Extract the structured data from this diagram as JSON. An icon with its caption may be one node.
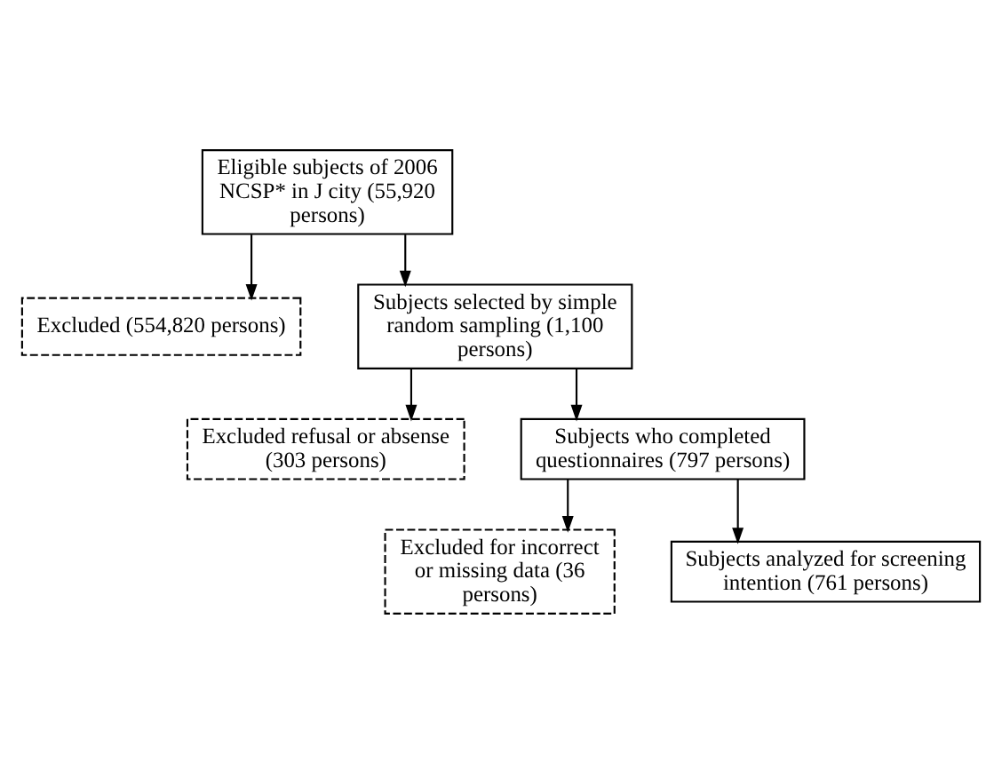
{
  "diagram": {
    "nodes": [
      {
        "text": [
          "Eligible subjects of 2006 NCSP* in J city (55,920 persons)"
        ]
      },
      {
        "text": [
          "Excluded (554,820 persons)"
        ]
      },
      {
        "text": [
          "Subjects selected by simple random sampling (1,100 persons)"
        ]
      },
      {
        "text": [
          "Excluded refusal or absense (303 persons)"
        ]
      },
      {
        "text": [
          "Subjects who completed questionnaires (797 persons)"
        ]
      },
      {
        "text": [
          "Excluded for incorrect or missing data (36 persons)"
        ]
      },
      {
        "text": [
          "Subjects analyzed for screening intention (761 persons)"
        ]
      }
    ],
    "edges": [
      {
        "from": 0,
        "to": 2,
        "arrow": "to"
      },
      {
        "from": 0,
        "to": 1,
        "arrow": "to"
      },
      {
        "from": 2,
        "to": 4,
        "arrow": "to"
      },
      {
        "from": 2,
        "to": 3,
        "arrow": "to"
      },
      {
        "from": 4,
        "to": 6,
        "arrow": "to"
      },
      {
        "from": 4,
        "to": 5,
        "arrow": "to"
      }
    ]
  }
}
